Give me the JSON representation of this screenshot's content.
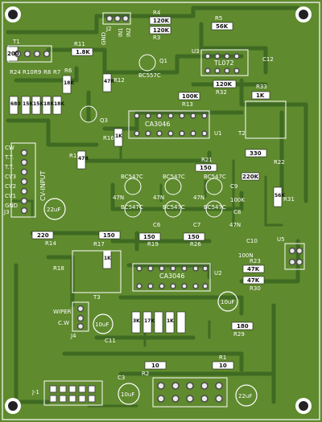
{
  "board": {
    "colors": {
      "substrate": "#5f8a2e",
      "trace": "#3f6a22",
      "edge": "#ffffff",
      "pad": "#e9e9e9",
      "hole": "#4b4b4b",
      "resistor_body": "#ffffff"
    }
  },
  "headers": {
    "j2_label": "J2",
    "gnd_top": "GND",
    "in1": "IN1",
    "in2": "IN2",
    "j3_label": "J3",
    "cv_input": "CV-INPUT",
    "cv1": "CV1",
    "cv2": "CV2",
    "cv3": "CV3",
    "tt1": "T.T.",
    "tt2": "T.T.",
    "cw": "CW",
    "gnd_bottom": "GND",
    "wiper": "WIPER",
    "ccw": "C.W",
    "j4_label": "J4",
    "j1_label": "J-1"
  },
  "designators": {
    "R4": "R4",
    "R3": "R3",
    "R5": "R5",
    "R11": "R11",
    "T1": "T1",
    "R24": "R24",
    "R10": "R10",
    "R9": "R9",
    "R8": "R8",
    "R7": "R7",
    "R6": "R6",
    "R12": "R12",
    "Q1": "Q1",
    "Q3": "Q3",
    "U3": "U3",
    "R32": "R32",
    "R33": "R33",
    "C12": "C12",
    "R13": "R13",
    "U1": "U1",
    "T2": "T2",
    "R16": "R16",
    "R15": "R15",
    "R22": "R22",
    "R21": "R21",
    "C9": "C9",
    "R31": "R31",
    "R14": "R14",
    "R17": "R17",
    "R19": "R19",
    "R26": "R26",
    "R18": "R18",
    "T3": "T3",
    "U2": "U2",
    "R23": "R23",
    "R30": "R30",
    "R29": "R29",
    "C11": "C11",
    "C3": "C3",
    "R1": "R1",
    "R2": "R2",
    "U5": "U5",
    "C10": "C10",
    "C6": "C6",
    "C7": "C7",
    "C8": "C8"
  },
  "values": {
    "r4": "120K",
    "r3": "120K",
    "r5": "56K",
    "r11": "1.8K",
    "r200": "200",
    "r24": "680",
    "r10": "15K",
    "r9": "15K",
    "r8": "18K",
    "r7": "18K",
    "r6": "18K",
    "r12": "47R",
    "r32": "120K",
    "r33": "1K",
    "r13": "100K",
    "r16": "1K",
    "r15": "47R",
    "r22": "330",
    "r21": "150",
    "r220k": "220K",
    "r31": "56K",
    "r14": "220",
    "r17": "150",
    "r19": "150",
    "r26": "150",
    "r18": "1K",
    "r23": "47K",
    "r30": "47K",
    "r29": "180",
    "r1": "10",
    "r2": "10",
    "p3k": "3K",
    "p17k": "17K",
    "p1k": "1K",
    "c100k": "100K",
    "c10uf": "10uF",
    "c10uf_b": "10uF",
    "c10uf_c": "10uF",
    "c100n": "100N",
    "c22uf": "22uF",
    "c22uf_b": "22uF",
    "c47n1": "47N",
    "c47n2": "47N",
    "c47n3": "47N",
    "c47n4": "47N"
  },
  "parts": {
    "q1": "BC557C",
    "q_a": "BC547C",
    "q_b": "BC547C",
    "q_c": "BC547C",
    "q_d": "BC547C",
    "q_e": "BC547C",
    "q_f": "BC547C",
    "opamp": "TL072",
    "ic1": "CA3046",
    "ic2": "CA3046"
  }
}
